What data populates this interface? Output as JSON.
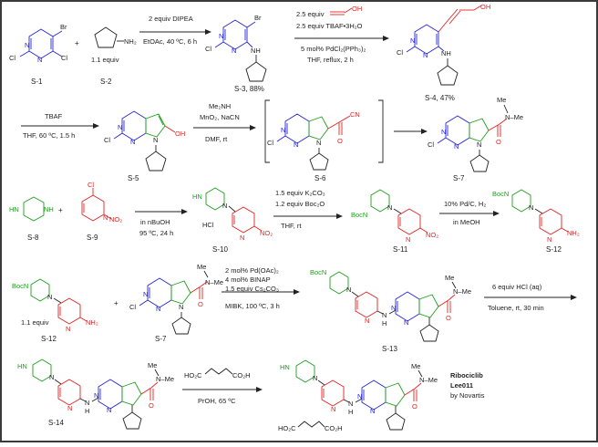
{
  "row1": {
    "s1_label": "S-1",
    "s1_atoms": {
      "br": "Br",
      "cl1": "Cl",
      "cl2": "Cl",
      "n1": "N",
      "n2": "N"
    },
    "plus": "+",
    "s2_label": "S-2",
    "s2_amine": "NH₂",
    "s2_equiv": "1.1 equiv",
    "arrow1_top": "2 equiv DIPEA",
    "arrow1_bottom": "EtOAc, 40 ºC, 6 h",
    "s3_label": "S-3, 88%",
    "s3_atoms": {
      "br": "Br",
      "cl": "Cl",
      "nh": "NH",
      "n1": "N",
      "n2": "N"
    },
    "arrow2_line1": "2.5 equiv",
    "arrow2_line1_oh": "OH",
    "arrow2_line2": "2.5 equiv TBAF•3H₂O",
    "arrow2_line3": "5 mol% PdCl₂(PPh₃)₂",
    "arrow2_line4": "THF, reflux, 2 h",
    "s4_label": "S-4, 47%",
    "s4_atoms": {
      "oh": "OH",
      "cl": "Cl",
      "nh": "NH",
      "n1": "N",
      "n2": "N"
    }
  },
  "row2": {
    "arrow1_top": "TBAF",
    "arrow1_bottom": "THF, 60 ºC, 1.5 h",
    "s5_label": "S-5",
    "s5_atoms": {
      "cl": "Cl",
      "n1": "N",
      "n2": "N",
      "n3": "N",
      "oh": "OH"
    },
    "arrow2_line1": "Me₂NH",
    "arrow2_line2": "MnO₂, NaCN",
    "arrow2_line3": "DMF, rt",
    "s6_label": "S-6",
    "s6_atoms": {
      "cl": "Cl",
      "n1": "N",
      "n2": "N",
      "n3": "N",
      "cn": "CN",
      "o": "O"
    },
    "s7_label": "S-7",
    "s7_atoms": {
      "cl": "Cl",
      "n1": "N",
      "n2": "N",
      "n3": "N",
      "me1": "Me",
      "n_me": "N–Me",
      "o": "O"
    }
  },
  "row3": {
    "s8_label": "S-8",
    "s8_atoms": {
      "hn": "HN",
      "nh": "NH"
    },
    "plus": "+",
    "s9_label": "S-9",
    "s9_atoms": {
      "cl": "Cl",
      "n": "N",
      "no2": "NO₂"
    },
    "arrow1_top": "in nBuOH",
    "arrow1_bottom": "95 ºC, 24 h",
    "s10_label": "S-10",
    "s10_atoms": {
      "hn": "HN",
      "n1": "N",
      "n2": "N",
      "no2": "NO₂",
      "hcl": "HCl"
    },
    "arrow2_line1": "1.5 equiv K₂CO₃",
    "arrow2_line2": "1.2 equiv Boc₂O",
    "arrow2_line3": "THF, rt",
    "s11_label": "S-11",
    "s11_atoms": {
      "boc": "BocN",
      "n1": "N",
      "n2": "N",
      "no2": "NO₂"
    },
    "arrow3_top": "10% Pd/C, H₂",
    "arrow3_bottom": "in MeOH",
    "s12_label": "S-12",
    "s12_atoms": {
      "boc": "BocN",
      "n1": "N",
      "n2": "N",
      "nh2": "NH₂"
    }
  },
  "row4": {
    "s12_label": "S-12",
    "s12_equiv": "1.1 equiv",
    "s12_atoms": {
      "boc": "BocN",
      "n1": "N",
      "n2": "N",
      "nh2": "NH₂"
    },
    "plus": "+",
    "s7_label": "S-7",
    "s7_atoms": {
      "cl": "Cl",
      "n1": "N",
      "n2": "N",
      "n3": "N",
      "me": "Me",
      "n_me": "N–Me",
      "o": "O"
    },
    "arrow1_line1": "2 mol% Pd(OAc)₂",
    "arrow1_line2": "4 mol% BINAP",
    "arrow1_line3": "1.5 equiv Cs₂CO₃",
    "arrow1_line4": "MIBK, 100 ºC, 3 h",
    "s13_label": "S-13",
    "s13_atoms": {
      "boc": "BocN",
      "n1": "N",
      "n2": "N",
      "n3": "N",
      "n4": "N",
      "n5": "N",
      "h": "H",
      "me": "Me",
      "n_me": "N–Me",
      "o": "O"
    },
    "arrow2_top": "6 equiv HCl (aq)",
    "arrow2_bottom": "Toluene, rt, 30 min"
  },
  "row5": {
    "s14_label": "S-14",
    "s14_atoms": {
      "hn": "HN",
      "n1": "N",
      "n2": "N",
      "n3": "N",
      "n4": "N",
      "n5": "N",
      "h": "H",
      "me": "Me",
      "n_me": "N–Me",
      "o": "O"
    },
    "arrow_top_left": "HO₂C",
    "arrow_top_right": "CO₂H",
    "arrow_bottom": "PrOH, 65 ºC",
    "product_atoms": {
      "hn": "HN",
      "n1": "N",
      "n2": "N",
      "n3": "N",
      "n4": "N",
      "n5": "N",
      "h": "H",
      "me": "Me",
      "n_me": "N–Me",
      "o": "O"
    },
    "salt_left": "HO₂C",
    "salt_right": "CO₂H",
    "product_name1": "Ribociclib",
    "product_name2": "Lee011",
    "product_name3": "by Novartis"
  }
}
